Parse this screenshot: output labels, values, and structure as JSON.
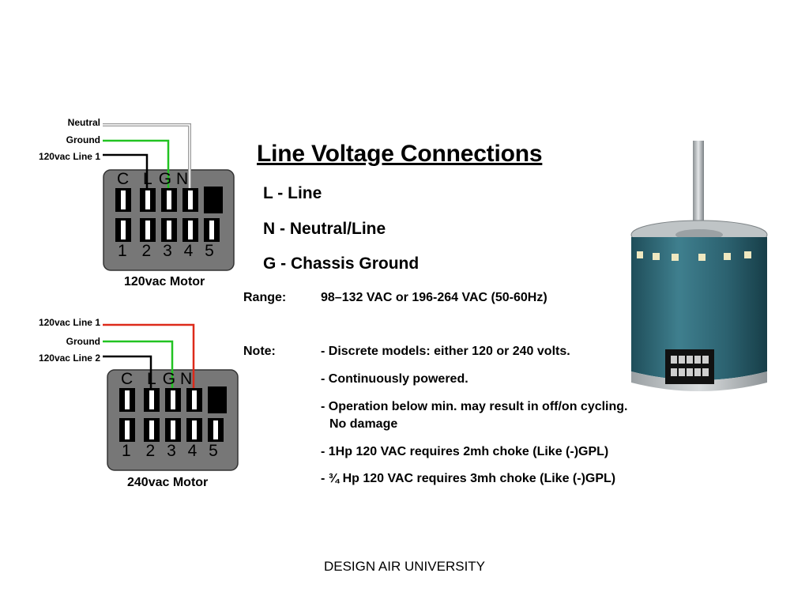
{
  "title": "Line Voltage Connections",
  "legend": [
    {
      "key": "L",
      "text": "L - Line"
    },
    {
      "key": "N",
      "text": "N - Neutral/Line"
    },
    {
      "key": "G",
      "text": "G - Chassis Ground"
    }
  ],
  "range": {
    "label": "Range:",
    "value": "98–132 VAC or 196-264 VAC (50-60Hz)"
  },
  "note": {
    "label": "Note:",
    "items": [
      [
        "- Discrete models:  either 120 or 240 volts."
      ],
      [
        "- Continuously powered."
      ],
      [
        "- Operation below min. may result in off/on cycling.",
        "No damage"
      ],
      [
        "- 1Hp   120 VAC requires 2mh choke (Like (-)GPL)"
      ],
      [
        "- ¾ Hp 120 VAC requires 3mh choke (Like (-)GPL)"
      ]
    ]
  },
  "motor_120": {
    "caption": "120vac Motor",
    "wires": [
      "Neutral",
      "Ground",
      "120vac Line 1"
    ],
    "pin_letters": [
      "C",
      "L",
      "G",
      "N"
    ],
    "pin_numbers": [
      "1",
      "2",
      "3",
      "4",
      "5"
    ]
  },
  "motor_240": {
    "caption": "240vac Motor",
    "wires": [
      "120vac Line 1",
      "Ground",
      "120vac Line 2"
    ],
    "pin_letters": [
      "C",
      "L",
      "G",
      "N"
    ],
    "pin_numbers": [
      "1",
      "2",
      "3",
      "4",
      "5"
    ]
  },
  "footer": "DESIGN AIR UNIVERSITY",
  "colors": {
    "ground_wire": "#22c322",
    "line_wire_240": "#dd2a1a",
    "neutral_wire": "#aaaaaa",
    "connector_body": "#777777",
    "motor_shell": "#2f6a78"
  }
}
